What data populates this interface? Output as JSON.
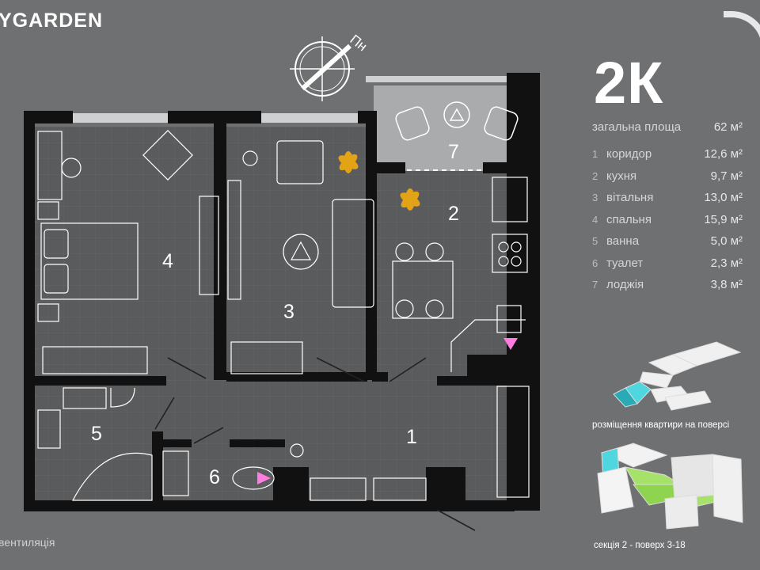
{
  "brand": "YGARDEN",
  "compass_label": "Пн",
  "apartment": {
    "type": "2К",
    "total_label": "загальна площа",
    "total_value": "62 м²"
  },
  "rooms": [
    {
      "num": "1",
      "name": "коридор",
      "area": "12,6 м²"
    },
    {
      "num": "2",
      "name": "кухня",
      "area": "9,7 м²"
    },
    {
      "num": "3",
      "name": "вітальня",
      "area": "13,0 м²"
    },
    {
      "num": "4",
      "name": "спальня",
      "area": "15,9 м²"
    },
    {
      "num": "5",
      "name": "ванна",
      "area": "5,0 м²"
    },
    {
      "num": "6",
      "name": "туалет",
      "area": "2,3 м²"
    },
    {
      "num": "7",
      "name": "лоджія",
      "area": "3,8 м²"
    }
  ],
  "plan_labels": {
    "r1": "1",
    "r2": "2",
    "r3": "3",
    "r4": "4",
    "r5": "5",
    "r6": "6",
    "r7": "7"
  },
  "floor_caption": "розміщення квартири на поверсі",
  "section_caption": "секція 2 - поверх 3-18",
  "legend": {
    "ventilation": "вентиляція"
  },
  "colors": {
    "background": "#6f7072",
    "wall": "#111111",
    "highlight_cyan": "#4fd6de",
    "highlight_green": "#a6e26a",
    "marker_pink": "#ff7de0"
  }
}
